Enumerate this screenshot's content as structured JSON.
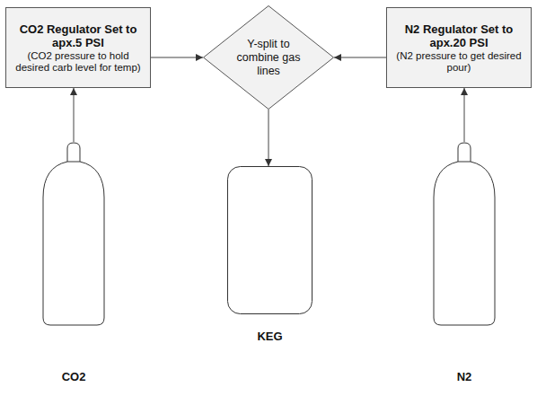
{
  "diagram": {
    "nodes": [
      {
        "text": [
          "CO2 Regulator Set to apx.5 PSI",
          "(CO2 pressure to hold desired carb level for temp)"
        ]
      },
      {
        "text": [
          "Y-split to combine gas lines"
        ]
      },
      {
        "text": [
          "N2 Regulator Set to apx.20 PSI",
          "(N2 pressure to get desired pour)"
        ]
      },
      {
        "text": [
          "CO2"
        ]
      },
      {
        "text": [
          "KEG"
        ]
      },
      {
        "text": [
          "N2"
        ]
      }
    ],
    "edges": [
      {
        "from": 3,
        "to": 0,
        "arrow": "to"
      },
      {
        "from": 0,
        "to": 1,
        "arrow": "to"
      },
      {
        "from": 2,
        "to": 1,
        "arrow": "to"
      },
      {
        "from": 1,
        "to": 4,
        "arrow": "to"
      },
      {
        "from": 5,
        "to": 2,
        "arrow": "to"
      }
    ]
  }
}
